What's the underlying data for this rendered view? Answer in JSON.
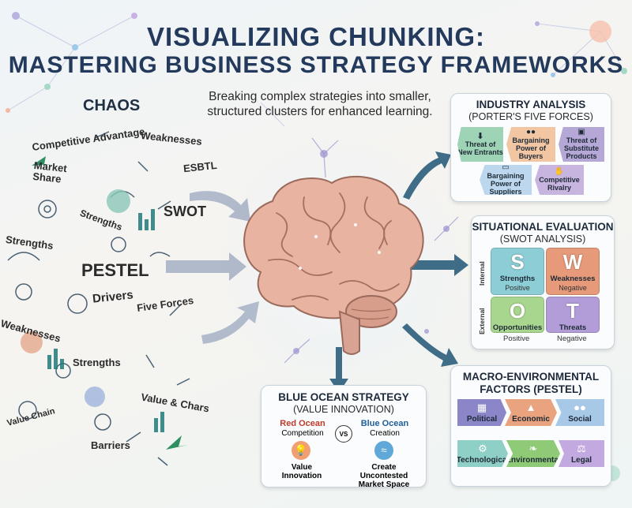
{
  "title": {
    "line1": "VISUALIZING CHUNKING:",
    "line2": "MASTERING BUSINESS STRATEGY FRAMEWORKS"
  },
  "subtitle": {
    "line1": "Breaking complex strategies into smaller,",
    "line2": "structured clusters for enhanced learning."
  },
  "chaos": {
    "title": "CHAOS",
    "words": [
      "Competitive Advantage",
      "Weaknesses",
      "ESBTL",
      "Market Share",
      "SWOT",
      "Strengths",
      "Strengths",
      "PESTEL",
      "Drivers",
      "Five Forces",
      "Weaknesses",
      "Strengths",
      "Value & Chars",
      "Value Chain",
      "Barriers"
    ]
  },
  "industry": {
    "title": "INDUSTRY ANALYSIS",
    "subtitle": "(PORTER'S FIVE FORCES)",
    "items": [
      {
        "label": "Threat of New Entrants",
        "color": "#9fd3b6",
        "icon": "download-icon"
      },
      {
        "label": "Bargaining Power of Buyers",
        "color": "#f2c6a2",
        "icon": "people-icon"
      },
      {
        "label": "Threat of Substitute Products",
        "color": "#b5a7d6",
        "icon": "box-icon"
      },
      {
        "label": "Bargaining Power of Suppliers",
        "color": "#bdd8ee",
        "icon": "truck-icon"
      },
      {
        "label": "Competitive Rivalry",
        "color": "#c7b5e0",
        "icon": "handshake-icon"
      }
    ]
  },
  "swot": {
    "title": "SITUATIONAL EVALUATION",
    "subtitle": "(SWOT ANALYSIS)",
    "internal_label": "Internal",
    "external_label": "External",
    "cells": [
      {
        "letter": "S",
        "label": "Strengths",
        "sub": "Positive",
        "color": "#8ccdd6"
      },
      {
        "letter": "W",
        "label": "Weaknesses",
        "sub": "Negative",
        "color": "#e79a7a"
      },
      {
        "letter": "O",
        "label": "Opportunities",
        "sub": "",
        "color": "#a9d68f"
      },
      {
        "letter": "T",
        "label": "Threats",
        "sub": "",
        "color": "#b39dd9"
      }
    ],
    "bottom_positive": "Positive",
    "bottom_negative": "Negative"
  },
  "blue_ocean": {
    "title": "BLUE OCEAN STRATEGY",
    "subtitle": "(VALUE INNOVATION)",
    "red_title": "Red Ocean",
    "red_sub": "Competition",
    "vs": "VS",
    "blue_title": "Blue Ocean",
    "blue_sub": "Creation",
    "left_label": "Value Innovation",
    "right_label": "Create Uncontested Market Space",
    "red_color": "#c0392b",
    "blue_color": "#1f5f99"
  },
  "pestel": {
    "title_line1": "MACRO-ENVIRONMENTAL",
    "title_line2": "FACTORS (PESTEL)",
    "items": [
      {
        "label": "Political",
        "color": "#8a86c7",
        "icon": "building-icon"
      },
      {
        "label": "Economic",
        "color": "#e9a37f",
        "icon": "chart-icon"
      },
      {
        "label": "Social",
        "color": "#a7c8e6",
        "icon": "people-icon"
      },
      {
        "label": "Technological",
        "color": "#8fd0c6",
        "icon": "gear-icon"
      },
      {
        "label": "Environmental",
        "color": "#8fca77",
        "icon": "leaf-icon"
      },
      {
        "label": "Legal",
        "color": "#c2a9df",
        "icon": "scales-icon"
      }
    ]
  }
}
